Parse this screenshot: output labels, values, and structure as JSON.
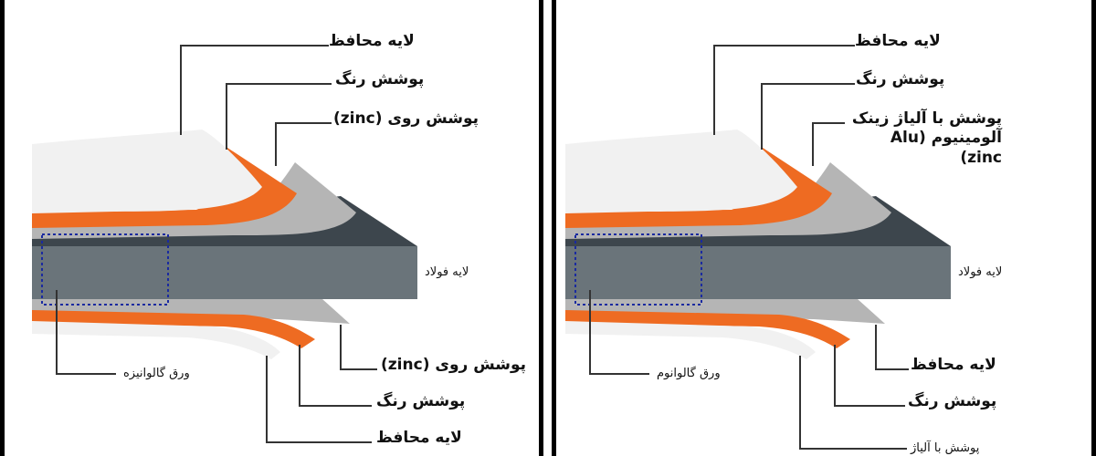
{
  "colors": {
    "protective": "#f1f1f1",
    "paint": "#ee6b22",
    "zinc": "#b5b5b5",
    "steel": "#6a747a",
    "steel_top": "#3d464d",
    "selection_box": "#1a2aa0",
    "leader_line": "#333333"
  },
  "left_panel": {
    "labels": {
      "protective_top": "لایه محافظ",
      "paint_top": "پوشش رنگ",
      "zinc_top": "پوشش روی (zinc)",
      "steel": "لایه فولاد",
      "sheet_name": "ورق گالوانیزه",
      "zinc_bottom": "پوشش روی (zinc)",
      "paint_bottom": "پوشش رنگ",
      "protective_bottom": "لایه محافظ"
    }
  },
  "right_panel": {
    "labels": {
      "protective_top": "لایه محافظ",
      "paint_top": "پوشش رنگ",
      "alloy_top": "پوشش با آلیاژ زینک آلومینیوم (Alu zinc)",
      "steel": "لایه فولاد",
      "sheet_name": "ورق گالوانوم",
      "protective_bottom": "لایه محافظ",
      "paint_bottom": "پوشش رنگ",
      "alloy_bottom": "پوشش با آلیاژ"
    }
  }
}
